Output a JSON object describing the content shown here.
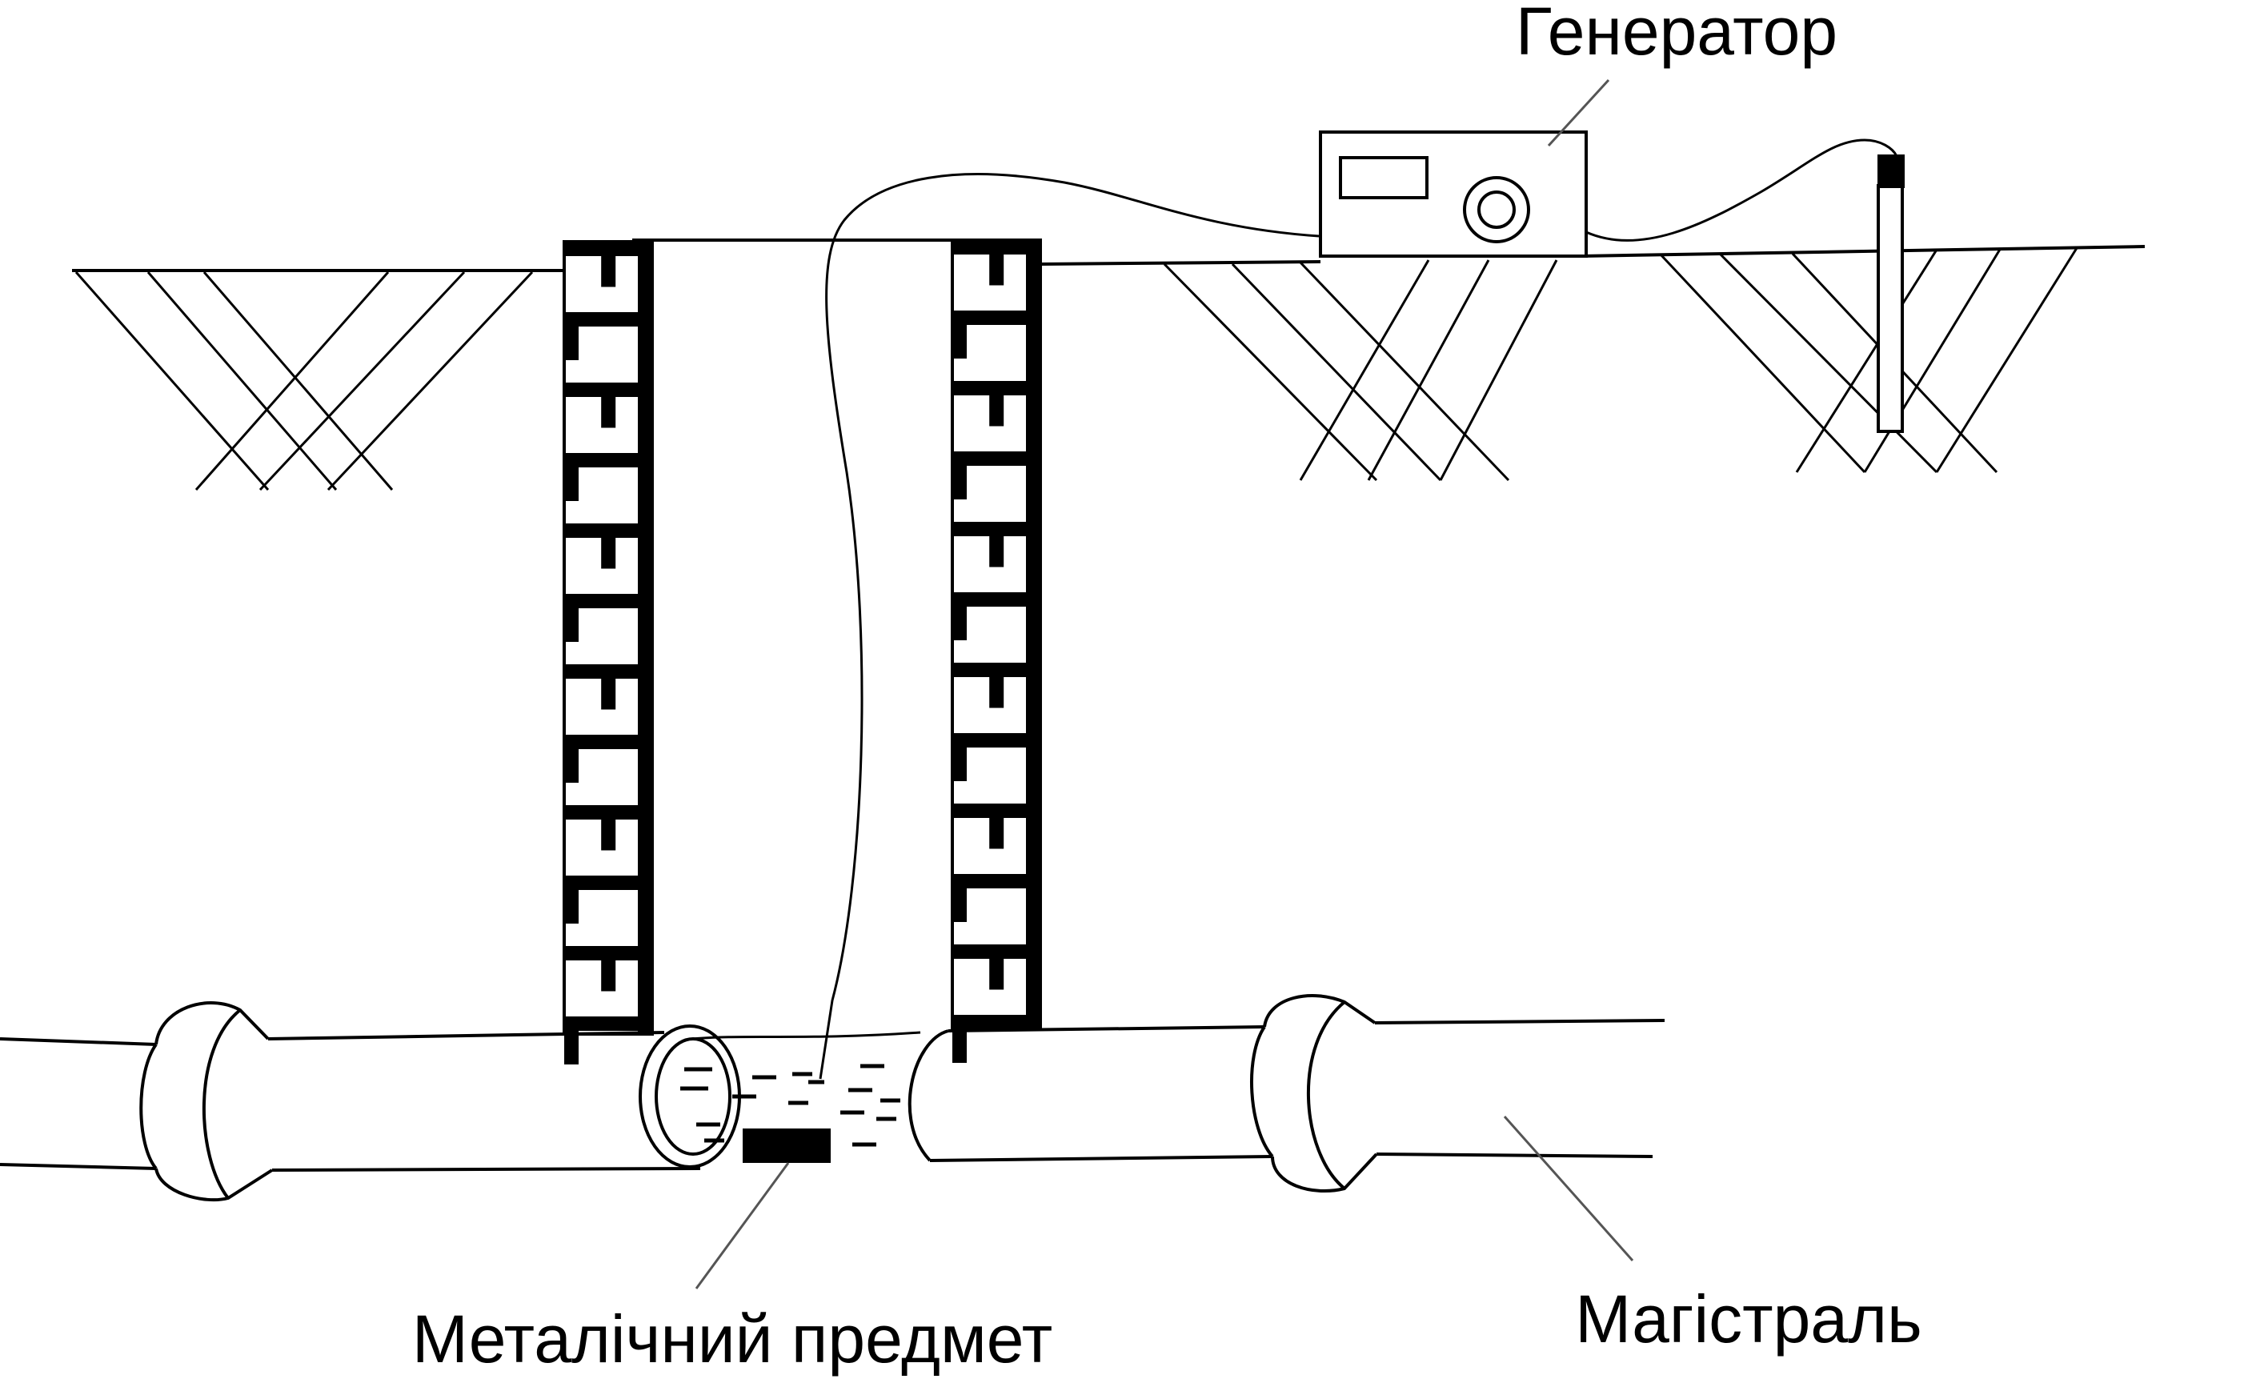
{
  "labels": {
    "generator": "Генератор",
    "metal_object": "Металічний предмет",
    "main_pipe": "Магістраль"
  },
  "colors": {
    "ink": "#000000",
    "paper": "#ffffff",
    "leader": "#555555"
  }
}
